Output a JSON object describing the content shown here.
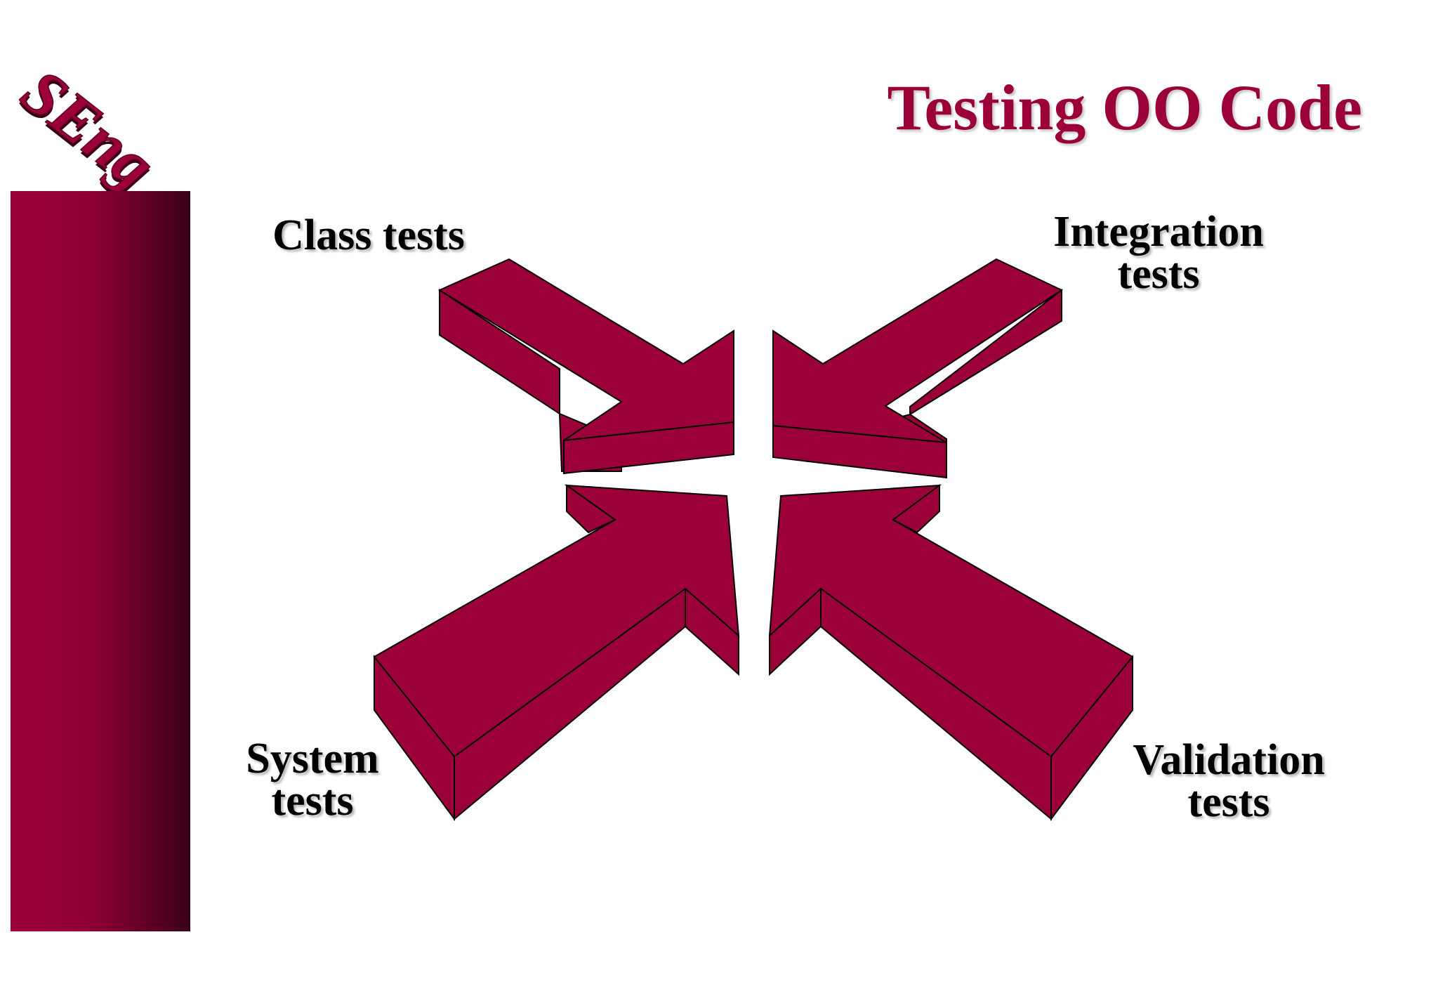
{
  "logo": {
    "text": "SEng"
  },
  "title": "Testing OO Code",
  "labels": {
    "class_tests": "Class tests",
    "integration_tests": [
      "Integration",
      "tests"
    ],
    "system_tests": [
      "System",
      "tests"
    ],
    "validation_tests": [
      "Validation",
      "tests"
    ]
  },
  "colors": {
    "accent": "#9c0039",
    "arrow_fill": "#9c0039",
    "arrow_outline": "#000000",
    "label_text": "#000000",
    "bar_dark": "#38001a"
  }
}
